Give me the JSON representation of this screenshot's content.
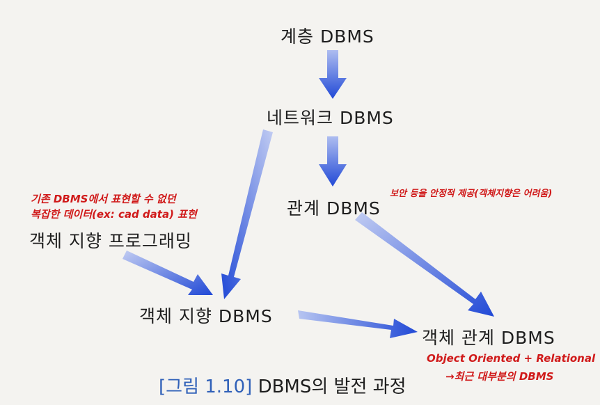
{
  "nodes": {
    "hierarchical": "계층 DBMS",
    "network": "네트워크 DBMS",
    "relational": "관계 DBMS",
    "oop": "객체 지향 프로그래밍",
    "oodbms": "객체 지향 DBMS",
    "ordbms": "객체 관계 DBMS"
  },
  "annotations": {
    "oop_line1": "기존 DBMS에서 표현할 수 없던",
    "oop_line2": "복잡한 데이터(ex: cad data) 표현",
    "relational_note": "보안 등을 안정적 제공(객체지향은 어려움)",
    "ordbms_line1": "Object Oriented + Relational",
    "ordbms_line2": "→최근 대부분의 DBMS"
  },
  "caption": {
    "figure_label": "[그림 1.10]",
    "title": "DBMS의 발전 과정"
  },
  "colors": {
    "arrow": "#2149d6",
    "arrow_light": "#7f97e6",
    "annotation": "#d01a1a",
    "caption_label": "#2f60b8"
  }
}
